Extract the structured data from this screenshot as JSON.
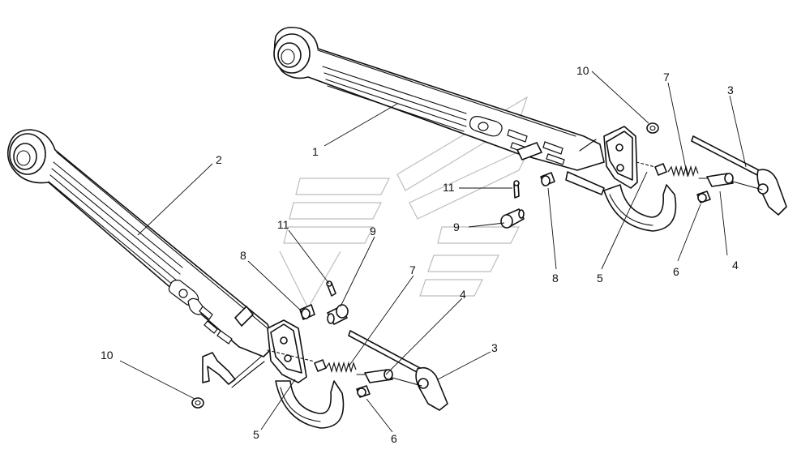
{
  "callouts": {
    "n1": "1",
    "n2": "2",
    "n3a": "3",
    "n3b": "3",
    "n4a": "4",
    "n4b": "4",
    "n5a": "5",
    "n5b": "5",
    "n6a": "6",
    "n6b": "6",
    "n7a": "7",
    "n7b": "7",
    "n8a": "8",
    "n8b": "8",
    "n9a": "9",
    "n9b": "9",
    "n10a": "10",
    "n10b": "10",
    "n11a": "11",
    "n11b": "11"
  },
  "colors": {
    "line": "#111111",
    "watermark": "#bdbdbd",
    "background": "#ffffff"
  }
}
